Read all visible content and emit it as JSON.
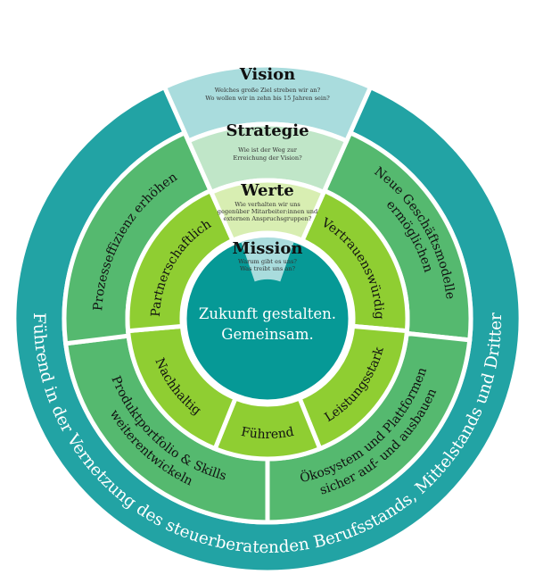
{
  "colors": {
    "outer_ring": "#22a3a4",
    "middle_ring": "#55b96f",
    "inner_ring": "#8fce32",
    "center": "#069996",
    "vision": "#a9dcdd",
    "strategie": "#c0e6c8",
    "werte": "#d8eeb2",
    "mission": "#a9dcdd",
    "divider": "#ffffff"
  },
  "outer_ring": {
    "text": "Führend in der Vernetzung des steuerberatenden Berufsstands, Mittelstands und Dritter"
  },
  "wedge": {
    "vision": {
      "title": "Vision",
      "lines": [
        "Welches große Ziel streben wir an?",
        "Wo wollen wir in zehn bis 15 Jahren sein?"
      ]
    },
    "strategie": {
      "title": "Strategie",
      "lines": [
        "Wie ist der Weg zur",
        "Erreichung der Vision?"
      ]
    },
    "werte": {
      "title": "Werte",
      "lines": [
        "Wie verhalten wir uns",
        "gegenüber Mitarbeiter:innen und",
        "externen Anspruchsgruppen?"
      ]
    },
    "mission": {
      "title": "Mission",
      "lines": [
        "Warum gibt es uns?",
        "Was treibt uns an?"
      ]
    }
  },
  "strategic_goals": [
    {
      "lines": [
        "Prozesseffizienz erhöhen"
      ]
    },
    {
      "lines": [
        "Neue Geschäftsmodelle",
        "ermöglichen"
      ]
    },
    {
      "lines": [
        "Ökosystem und Plattformen",
        "sicher auf- und ausbauen"
      ]
    },
    {
      "lines": [
        "Produktportfolio & Skills",
        "weiterentwickeln"
      ]
    }
  ],
  "values": [
    {
      "label": "Partnerschaftlich"
    },
    {
      "label": "Vertrauenswürdig"
    },
    {
      "label": "Leistungsstark"
    },
    {
      "label": "Führend"
    },
    {
      "label": "Nachhaltig"
    }
  ],
  "center": {
    "lines": [
      "Zukunft gestalten.",
      "Gemeinsam."
    ]
  }
}
